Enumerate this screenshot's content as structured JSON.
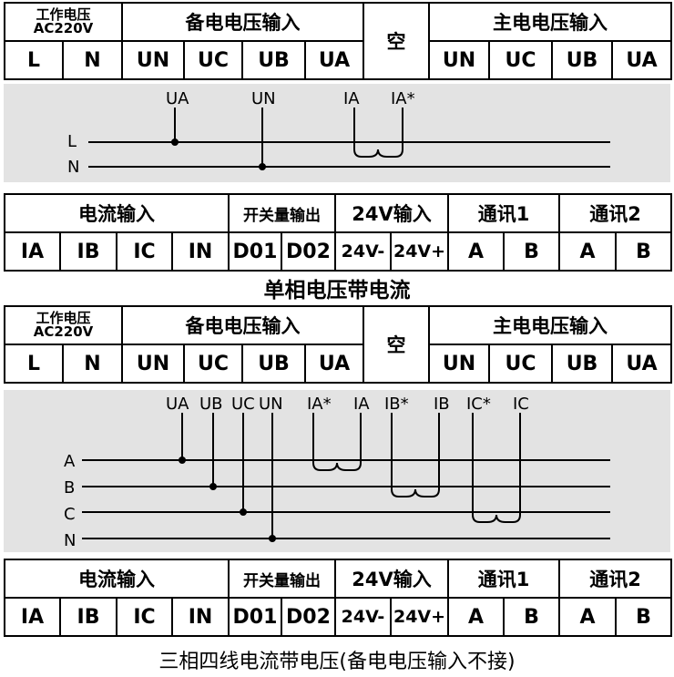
{
  "headers": {
    "power_line1": "工作电压",
    "power_line2": "AC220V",
    "backup": "备电电压输入",
    "empty": "空",
    "main": "主电电压输入"
  },
  "top_terms": [
    "L",
    "N",
    "UN",
    "UC",
    "UB",
    "UA",
    "UN",
    "UC",
    "UB",
    "UA"
  ],
  "bottom_headers": {
    "current": "电流输入",
    "switch": "开关量输出",
    "v24": "24V输入",
    "comm1": "通讯1",
    "comm2": "通讯2"
  },
  "bottom_terms": [
    "IA",
    "IB",
    "IC",
    "IN",
    "D01",
    "D02",
    "24V-",
    "24V+",
    "A",
    "B",
    "A",
    "B"
  ],
  "diagram1": {
    "line_labels": [
      "L",
      "N"
    ],
    "top_labels": [
      "UA",
      "UN",
      "IA",
      "IA*"
    ]
  },
  "diagram2": {
    "line_labels": [
      "A",
      "B",
      "C",
      "N"
    ],
    "top_labels": [
      "UA",
      "UB",
      "UC",
      "UN",
      "IA*",
      "IA",
      "IB*",
      "IB",
      "IC*",
      "IC"
    ]
  },
  "caption1": "单相电压带电流",
  "caption2": "三相四线电流带电压(备电电压输入不接)"
}
